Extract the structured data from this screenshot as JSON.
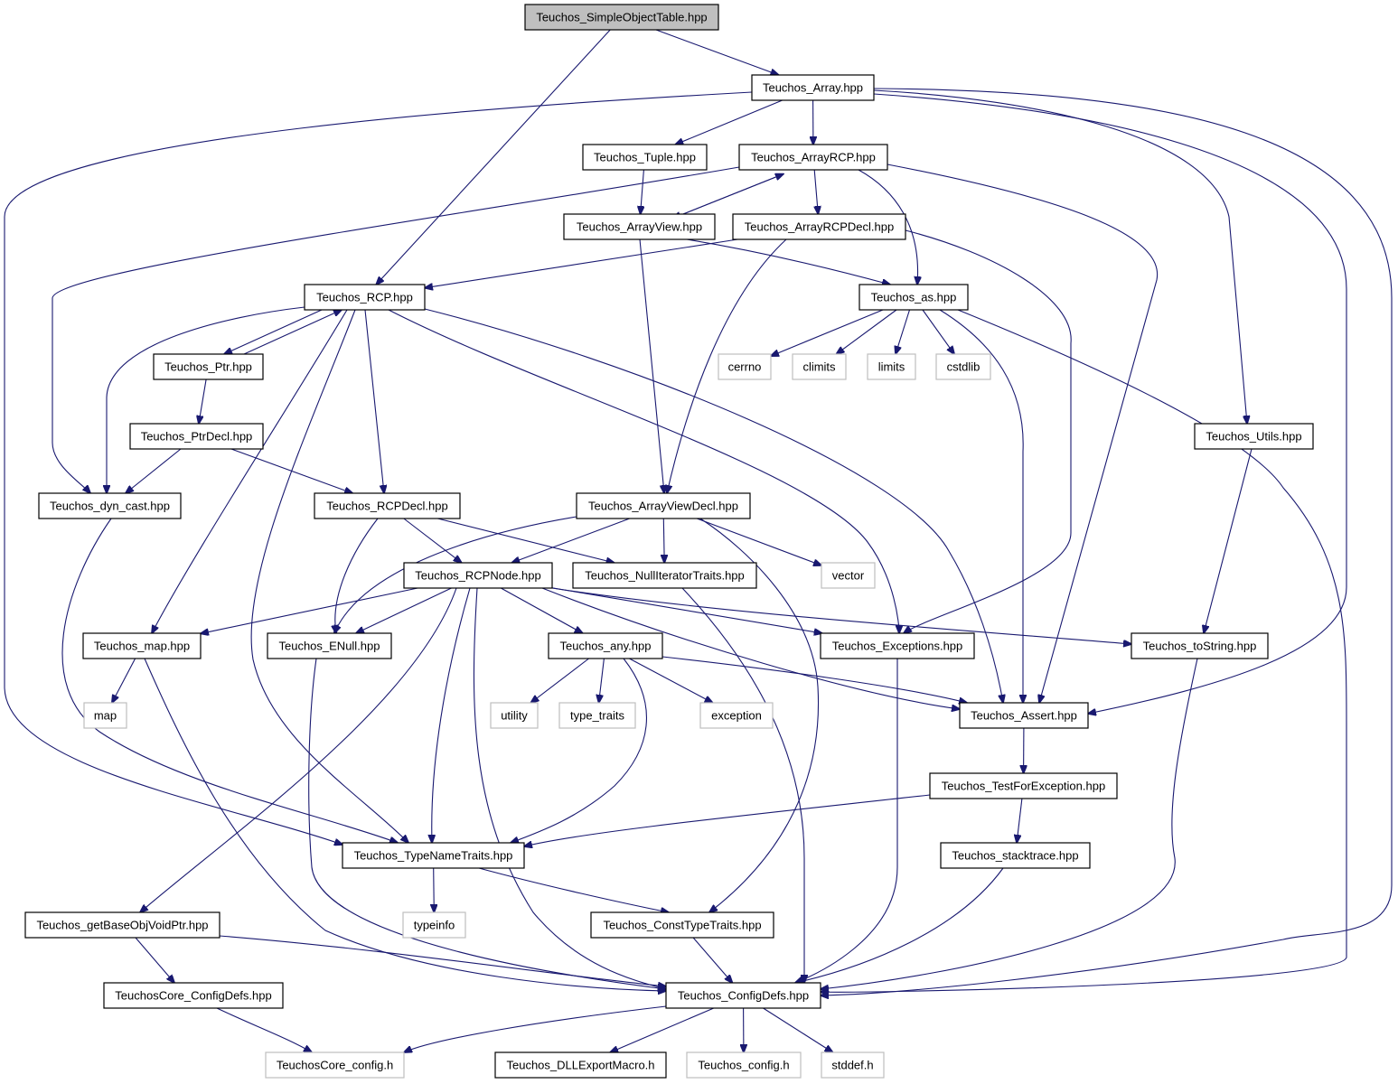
{
  "colors": {
    "edge": "#191970",
    "root_fill": "#bfbfbf",
    "node_border": "#000000",
    "system_border": "#bfbfbf"
  },
  "nodes": [
    {
      "id": "root",
      "label": "Teuchos_SimpleObjectTable.hpp",
      "kind": "root"
    },
    {
      "id": "array",
      "label": "Teuchos_Array.hpp",
      "kind": "file"
    },
    {
      "id": "tuple",
      "label": "Teuchos_Tuple.hpp",
      "kind": "file"
    },
    {
      "id": "arrayrcp",
      "label": "Teuchos_ArrayRCP.hpp",
      "kind": "file"
    },
    {
      "id": "arrayview",
      "label": "Teuchos_ArrayView.hpp",
      "kind": "file"
    },
    {
      "id": "arrayrcpdecl",
      "label": "Teuchos_ArrayRCPDecl.hpp",
      "kind": "file"
    },
    {
      "id": "rcp",
      "label": "Teuchos_RCP.hpp",
      "kind": "file"
    },
    {
      "id": "as",
      "label": "Teuchos_as.hpp",
      "kind": "file"
    },
    {
      "id": "ptr",
      "label": "Teuchos_Ptr.hpp",
      "kind": "file"
    },
    {
      "id": "cerrno",
      "label": "cerrno",
      "kind": "system"
    },
    {
      "id": "climits",
      "label": "climits",
      "kind": "system"
    },
    {
      "id": "limits",
      "label": "limits",
      "kind": "system"
    },
    {
      "id": "cstdlib",
      "label": "cstdlib",
      "kind": "system"
    },
    {
      "id": "ptrdecl",
      "label": "Teuchos_PtrDecl.hpp",
      "kind": "file"
    },
    {
      "id": "utils",
      "label": "Teuchos_Utils.hpp",
      "kind": "file"
    },
    {
      "id": "dyncast",
      "label": "Teuchos_dyn_cast.hpp",
      "kind": "file"
    },
    {
      "id": "rcpdecl",
      "label": "Teuchos_RCPDecl.hpp",
      "kind": "file"
    },
    {
      "id": "arrayviewdecl",
      "label": "Teuchos_ArrayViewDecl.hpp",
      "kind": "file"
    },
    {
      "id": "rcpnode",
      "label": "Teuchos_RCPNode.hpp",
      "kind": "file"
    },
    {
      "id": "nulliter",
      "label": "Teuchos_NullIteratorTraits.hpp",
      "kind": "file"
    },
    {
      "id": "vector",
      "label": "vector",
      "kind": "system"
    },
    {
      "id": "map",
      "label": "Teuchos_map.hpp",
      "kind": "file"
    },
    {
      "id": "enull",
      "label": "Teuchos_ENull.hpp",
      "kind": "file"
    },
    {
      "id": "any",
      "label": "Teuchos_any.hpp",
      "kind": "file"
    },
    {
      "id": "exceptions",
      "label": "Teuchos_Exceptions.hpp",
      "kind": "file"
    },
    {
      "id": "tostring",
      "label": "Teuchos_toString.hpp",
      "kind": "file"
    },
    {
      "id": "mapsys",
      "label": "map",
      "kind": "system"
    },
    {
      "id": "utility",
      "label": "utility",
      "kind": "system"
    },
    {
      "id": "typetraits",
      "label": "type_traits",
      "kind": "system"
    },
    {
      "id": "exception",
      "label": "exception",
      "kind": "system"
    },
    {
      "id": "assert",
      "label": "Teuchos_Assert.hpp",
      "kind": "file"
    },
    {
      "id": "testforexc",
      "label": "Teuchos_TestForException.hpp",
      "kind": "file"
    },
    {
      "id": "typenametraits",
      "label": "Teuchos_TypeNameTraits.hpp",
      "kind": "file"
    },
    {
      "id": "stacktrace",
      "label": "Teuchos_stacktrace.hpp",
      "kind": "file"
    },
    {
      "id": "typeinfo",
      "label": "typeinfo",
      "kind": "system"
    },
    {
      "id": "getbase",
      "label": "Teuchos_getBaseObjVoidPtr.hpp",
      "kind": "file"
    },
    {
      "id": "consttypetraits",
      "label": "Teuchos_ConstTypeTraits.hpp",
      "kind": "file"
    },
    {
      "id": "coreconfigdefs",
      "label": "TeuchosCore_ConfigDefs.hpp",
      "kind": "file"
    },
    {
      "id": "configdefs",
      "label": "Teuchos_ConfigDefs.hpp",
      "kind": "file"
    },
    {
      "id": "coreconfig",
      "label": "TeuchosCore_config.h",
      "kind": "system"
    },
    {
      "id": "dllexport",
      "label": "Teuchos_DLLExportMacro.h",
      "kind": "file"
    },
    {
      "id": "config",
      "label": "Teuchos_config.h",
      "kind": "system"
    },
    {
      "id": "stddef",
      "label": "stddef.h",
      "kind": "system"
    }
  ],
  "edges": [
    [
      "root",
      "array"
    ],
    [
      "root",
      "rcp"
    ],
    [
      "array",
      "tuple"
    ],
    [
      "array",
      "arrayrcp"
    ],
    [
      "array",
      "typenametraits"
    ],
    [
      "array",
      "utils"
    ],
    [
      "array",
      "assert"
    ],
    [
      "array",
      "configdefs"
    ],
    [
      "tuple",
      "arrayview"
    ],
    [
      "arrayrcp",
      "arrayview"
    ],
    [
      "arrayview",
      "arrayrcp"
    ],
    [
      "arrayrcp",
      "arrayrcpdecl"
    ],
    [
      "arrayrcp",
      "as"
    ],
    [
      "arrayrcp",
      "dyncast"
    ],
    [
      "arrayrcp",
      "assert"
    ],
    [
      "arrayview",
      "arrayviewdecl"
    ],
    [
      "arrayview",
      "as"
    ],
    [
      "arrayrcpdecl",
      "rcp"
    ],
    [
      "arrayrcpdecl",
      "arrayviewdecl"
    ],
    [
      "arrayrcpdecl",
      "exceptions"
    ],
    [
      "rcp",
      "ptr"
    ],
    [
      "ptr",
      "rcp"
    ],
    [
      "rcp",
      "dyncast"
    ],
    [
      "rcp",
      "rcpdecl"
    ],
    [
      "rcp",
      "map"
    ],
    [
      "rcp",
      "typenametraits"
    ],
    [
      "rcp",
      "exceptions"
    ],
    [
      "rcp",
      "assert"
    ],
    [
      "as",
      "cerrno"
    ],
    [
      "as",
      "climits"
    ],
    [
      "as",
      "limits"
    ],
    [
      "as",
      "cstdlib"
    ],
    [
      "as",
      "assert"
    ],
    [
      "as",
      "configdefs"
    ],
    [
      "ptr",
      "ptrdecl"
    ],
    [
      "ptrdecl",
      "dyncast"
    ],
    [
      "ptrdecl",
      "rcpdecl"
    ],
    [
      "utils",
      "tostring"
    ],
    [
      "dyncast",
      "typenametraits"
    ],
    [
      "rcpdecl",
      "rcpnode"
    ],
    [
      "rcpdecl",
      "nulliter"
    ],
    [
      "rcpdecl",
      "enull"
    ],
    [
      "arrayviewdecl",
      "rcpnode"
    ],
    [
      "arrayviewdecl",
      "nulliter"
    ],
    [
      "arrayviewdecl",
      "vector"
    ],
    [
      "arrayviewdecl",
      "enull"
    ],
    [
      "arrayviewdecl",
      "consttypetraits"
    ],
    [
      "rcpnode",
      "map"
    ],
    [
      "rcpnode",
      "enull"
    ],
    [
      "rcpnode",
      "any"
    ],
    [
      "rcpnode",
      "exceptions"
    ],
    [
      "rcpnode",
      "tostring"
    ],
    [
      "rcpnode",
      "assert"
    ],
    [
      "rcpnode",
      "typenametraits"
    ],
    [
      "rcpnode",
      "getbase"
    ],
    [
      "rcpnode",
      "configdefs"
    ],
    [
      "nulliter",
      "configdefs"
    ],
    [
      "map",
      "mapsys"
    ],
    [
      "map",
      "configdefs"
    ],
    [
      "enull",
      "configdefs"
    ],
    [
      "any",
      "utility"
    ],
    [
      "any",
      "typetraits"
    ],
    [
      "any",
      "exception"
    ],
    [
      "any",
      "assert"
    ],
    [
      "any",
      "typenametraits"
    ],
    [
      "exceptions",
      "configdefs"
    ],
    [
      "tostring",
      "configdefs"
    ],
    [
      "assert",
      "testforexc"
    ],
    [
      "testforexc",
      "typenametraits"
    ],
    [
      "testforexc",
      "stacktrace"
    ],
    [
      "typenametraits",
      "typeinfo"
    ],
    [
      "typenametraits",
      "consttypetraits"
    ],
    [
      "stacktrace",
      "configdefs"
    ],
    [
      "getbase",
      "coreconfigdefs"
    ],
    [
      "getbase",
      "configdefs"
    ],
    [
      "consttypetraits",
      "configdefs"
    ],
    [
      "coreconfigdefs",
      "coreconfig"
    ],
    [
      "configdefs",
      "coreconfig"
    ],
    [
      "configdefs",
      "dllexport"
    ],
    [
      "configdefs",
      "config"
    ],
    [
      "configdefs",
      "stddef"
    ]
  ]
}
